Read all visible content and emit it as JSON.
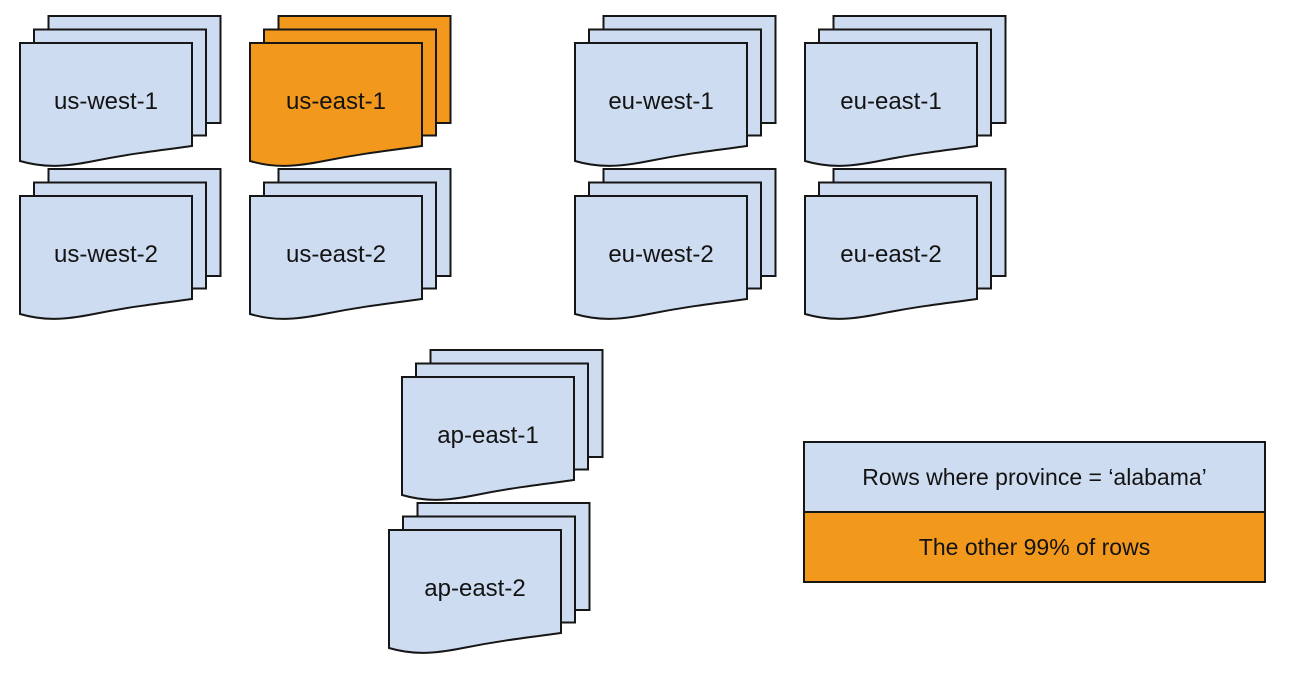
{
  "diagram": {
    "colors": {
      "region_fill": "#CDDCF0",
      "highlight_fill": "#F2981D",
      "stroke": "#161616"
    },
    "stacks": [
      {
        "label": "us-west-1",
        "fill": "#CDDCF0",
        "highlighted": false
      },
      {
        "label": "us-east-1",
        "fill": "#F2981D",
        "highlighted": true
      },
      {
        "label": "eu-west-1",
        "fill": "#CDDCF0",
        "highlighted": false
      },
      {
        "label": "eu-east-1",
        "fill": "#CDDCF0",
        "highlighted": false
      },
      {
        "label": "us-west-2",
        "fill": "#CDDCF0",
        "highlighted": false
      },
      {
        "label": "us-east-2",
        "fill": "#CDDCF0",
        "highlighted": false
      },
      {
        "label": "eu-west-2",
        "fill": "#CDDCF0",
        "highlighted": false
      },
      {
        "label": "eu-east-2",
        "fill": "#CDDCF0",
        "highlighted": false
      },
      {
        "label": "ap-east-1",
        "fill": "#CDDCF0",
        "highlighted": false
      },
      {
        "label": "ap-east-2",
        "fill": "#CDDCF0",
        "highlighted": false
      }
    ],
    "legend": {
      "rows": [
        {
          "label": "Rows where province = ‘alabama’",
          "fill": "#CDDCF0"
        },
        {
          "label": "The other 99% of rows",
          "fill": "#F2981D"
        }
      ]
    }
  }
}
